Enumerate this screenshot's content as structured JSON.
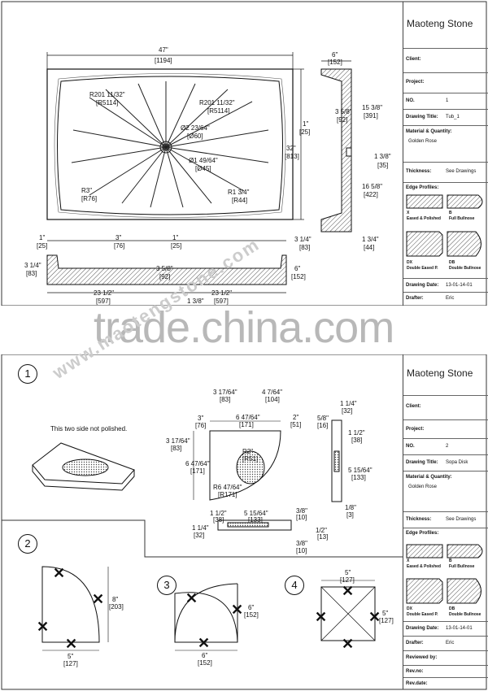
{
  "sheet1": {
    "tray_top": {
      "width": "47\"",
      "width_mm": "[1194]",
      "r_top_left": "R201 11/32\"",
      "r_top_left_mm": "[R5114]",
      "r_top_right": "R201 11/32\"",
      "r_top_right_mm": "[R5114]",
      "drain_dia": "Ø2 23/64\"",
      "drain_dia_mm": "[Ø60]",
      "drain_dia2": "Ø1 49/64\"",
      "drain_dia2_mm": "[Ø45]",
      "r_bottom_left": "R3\"",
      "r_bottom_left_mm": "[R76]",
      "r_bottom_right": "R1 3/4\"",
      "r_bottom_right_mm": "[R44]",
      "rim": "1\"",
      "rim_mm": "[25]",
      "length": "32\"",
      "length_mm": "[813]"
    },
    "tray_front": {
      "d1": "1\"",
      "d1_mm": "[25]",
      "d2": "3\"",
      "d2_mm": "[76]",
      "d3": "1\"",
      "d3_mm": "[25]",
      "h_left": "3 1/4\"",
      "h_left_mm": "[83]",
      "center": "3 5/8\"",
      "center_mm": "[92]",
      "h_right": "3 1/4\"",
      "h_right_mm": "[83]",
      "h6": "6\"",
      "h6_mm": "[152]",
      "half_left": "23 1/2\"",
      "half_left_mm": "[597]",
      "gap": "1 3/8\"",
      "half_right": "23 1/2\"",
      "half_right_mm": "[597]"
    },
    "tray_side": {
      "width": "6\"",
      "width_mm": "[152]",
      "a": "15 3/8\"",
      "a_mm": "[391]",
      "b": "3 5/8\"",
      "b_mm": "[92]",
      "c": "1 3/8\"",
      "c_mm": "[35]",
      "d": "16 5/8\"",
      "d_mm": "[422]",
      "e": "1 3/4\"",
      "e_mm": "[44]"
    },
    "title_block": {
      "brand": "Maoteng Stone",
      "client_label": "Client:",
      "project_label": "Project:",
      "no_label": "NO.",
      "no_value": "1",
      "drawing_title_label": "Drawing Title:",
      "drawing_title_value": "Tub_1",
      "material_label": "Material & Quantity:",
      "material_value": "Golden Rose",
      "thickness_label": "Thickness:",
      "thickness_value": "See Drawings",
      "edge_label": "Edge Profiles:",
      "edges": [
        {
          "code": "X",
          "name": "Eased & Polished"
        },
        {
          "code": "B",
          "name": "Full Bullnose"
        },
        {
          "code": "DX",
          "name": "Double Eased P."
        },
        {
          "code": "DB",
          "name": "Double Bullnose"
        }
      ],
      "date_label": "Drawing Date:",
      "date_value": "13-01-14-01",
      "drafter_label": "Drafter:",
      "drafter_value": "Eric"
    }
  },
  "watermark": {
    "text": "trade.china.com",
    "diagonal": "www.maotengstone.com"
  },
  "sheet2": {
    "view1": {
      "number": "1",
      "note": "This two side not polished.",
      "d_top1": "3 17/64\"",
      "d_top1_mm": "[83]",
      "d_top2": "4 7/64\"",
      "d_top2_mm": "[104]",
      "d_a": "3\"",
      "d_a_mm": "[76]",
      "d_b": "6 47/64\"",
      "d_b_mm": "[171]",
      "d_c": "2\"",
      "d_c_mm": "[51]",
      "d_d": "5/8\"",
      "d_d_mm": "[16]",
      "d_e": "1 1/4\"",
      "d_e_mm": "[32]",
      "d_f": "3 17/64\"",
      "d_f_mm": "[83]",
      "d_g": "6 47/64\"",
      "d_g_mm": "[171]",
      "r2": "R2\"",
      "r2_mm": "[R51]",
      "r6": "R6 47/64\"",
      "r6_mm": "[R171]",
      "d_h": "1 1/2\"",
      "d_h_mm": "[38]",
      "d_i": "5 15/64\"",
      "d_i_mm": "[133]",
      "d_j": "1/8\"",
      "d_j_mm": "[3]",
      "b_a": "1 1/2\"",
      "b_a_mm": "[38]",
      "b_b": "5 15/64\"",
      "b_b_mm": "[133]",
      "b_c": "3/8\"",
      "b_c_mm": "[10]",
      "b_d": "1 1/4\"",
      "b_d_mm": "[32]",
      "b_e": "1/2\"",
      "b_e_mm": "[13]",
      "b_f": "3/8\"",
      "b_f_mm": "[10]"
    },
    "view2": {
      "number": "2",
      "h": "8\"",
      "h_mm": "[203]",
      "w": "5\"",
      "w_mm": "[127]"
    },
    "view3": {
      "number": "3",
      "h": "6\"",
      "h_mm": "[152]",
      "w": "6\"",
      "w_mm": "[152]"
    },
    "view4": {
      "number": "4",
      "w": "5\"",
      "w_mm": "[127]",
      "h": "5\"",
      "h_mm": "[127]"
    },
    "title_block": {
      "brand": "Maoteng Stone",
      "client_label": "Client:",
      "project_label": "Project:",
      "no_label": "NO.",
      "no_value": "2",
      "drawing_title_label": "Drawing Title:",
      "drawing_title_value": "Sopa Disk",
      "material_label": "Material & Quantity:",
      "material_value": "Golden Rose",
      "thickness_label": "Thickness:",
      "thickness_value": "See Drawings",
      "edge_label": "Edge Profiles:",
      "edges": [
        {
          "code": "X",
          "name": "Eased & Polished"
        },
        {
          "code": "B",
          "name": "Full Bullnose"
        },
        {
          "code": "DX",
          "name": "Double Eased P."
        },
        {
          "code": "DB",
          "name": "Double Bullnose"
        }
      ],
      "date_label": "Drawing Date:",
      "date_value": "13-01-14-01",
      "drafter_label": "Drafter:",
      "drafter_value": "Eric",
      "reviewed_label": "Reviewed by:",
      "revno_label": "Rev.no:",
      "revdate_label": "Rev.date:"
    }
  }
}
